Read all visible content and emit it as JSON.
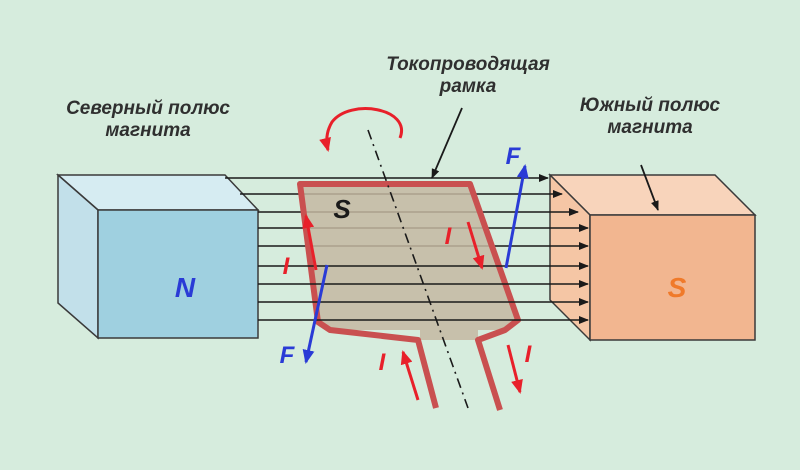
{
  "labels": {
    "north_caption_line1": "Северный полюс",
    "north_caption_line2": "магнита",
    "south_caption_line1": "Южный полюс",
    "south_caption_line2": "магнита",
    "frame_caption_line1": "Токопроводящая",
    "frame_caption_line2": "рамка"
  },
  "magnets": {
    "north_letter": "N",
    "south_letter": "S"
  },
  "frame": {
    "pole_letter": "S"
  },
  "symbols": {
    "current": "I",
    "force": "F"
  },
  "colors": {
    "background": "#d6ecdd",
    "north_magnet_front": "#9fd0e0",
    "north_magnet_top": "#d6ecf2",
    "north_magnet_side": "#c2e0ea",
    "south_magnet_front": "#f2b690",
    "south_magnet_top": "#f8d4bb",
    "south_magnet_side": "#f5c6a5",
    "frame_fill": "#c4b9a2",
    "frame_stroke": "#c95050",
    "current": "#e8202a",
    "force": "#2a3bd6",
    "field_lines": "#1a1a1a",
    "north_letter": "#2a3bd6",
    "south_letter": "#f07a2a"
  }
}
